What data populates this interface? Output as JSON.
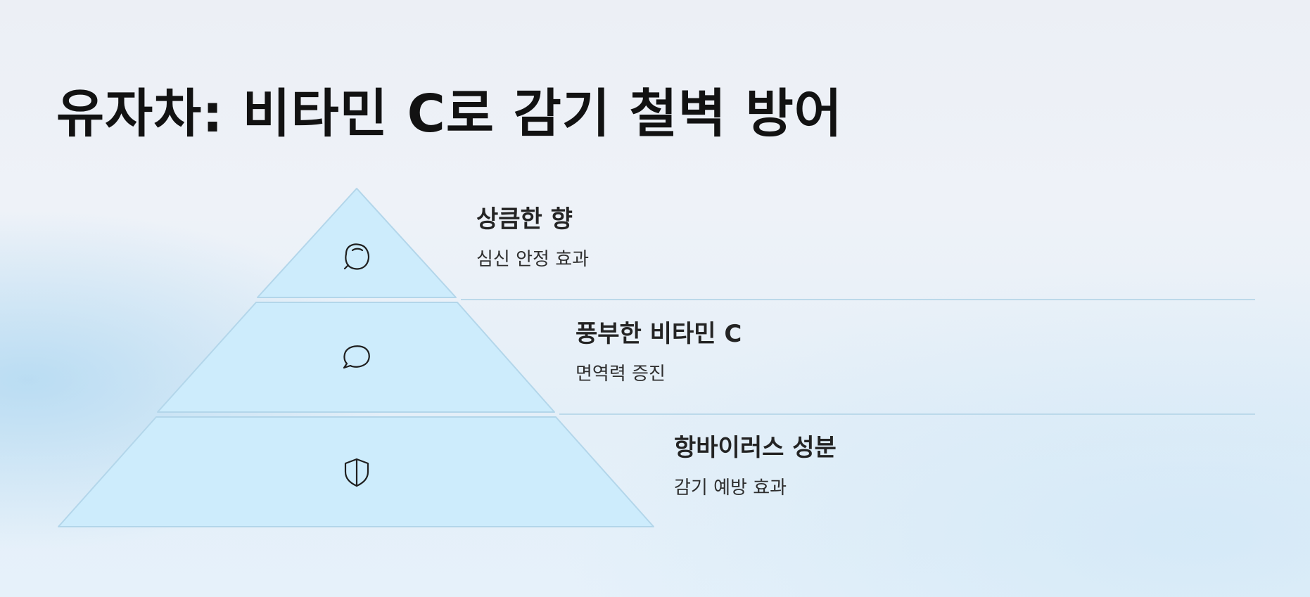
{
  "title": "유자차: 비타민 C로 감기 철벽 방어",
  "colors": {
    "tier_fill": "#cdecfc",
    "tier_stroke": "#b3d6ea",
    "divider": "#bcd9ea",
    "text": "#1c1c1c"
  },
  "tiers": [
    {
      "icon": "lemon-icon",
      "heading": "상큼한 향",
      "description": "심신 안정 효과"
    },
    {
      "icon": "speech-bubble-icon",
      "heading": "풍부한 비타민 C",
      "description": "면역력 증진"
    },
    {
      "icon": "shield-icon",
      "heading": "항바이러스 성분",
      "description": "감기 예방 효과"
    }
  ]
}
